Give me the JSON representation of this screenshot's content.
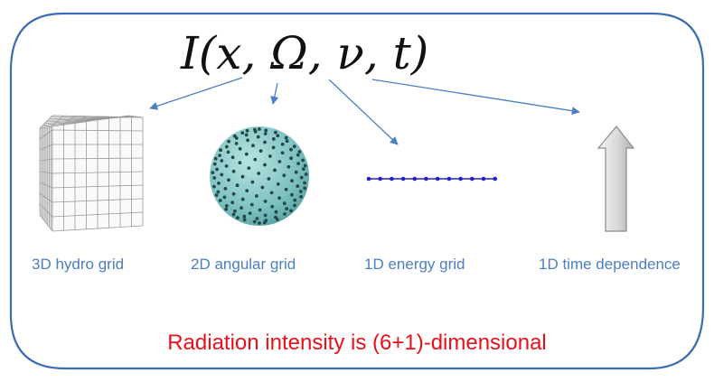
{
  "formula": "I(x, Ω, ν, t)",
  "grids": [
    {
      "id": "hydro",
      "label": "3D hydro grid"
    },
    {
      "id": "angular",
      "label": "2D angular grid"
    },
    {
      "id": "energy",
      "label": "1D energy grid"
    },
    {
      "id": "time",
      "label": "1D time dependence"
    }
  ],
  "conclusion": "Radiation intensity is  (6+1)-dimensional",
  "colors": {
    "frame": "#3b6db0",
    "arrow": "#4a7fc1",
    "label": "#4a7fc1",
    "conclusion": "#e8101a",
    "sphere": "#7fc4c4",
    "sphere_dots": "#244848",
    "energy_line": "#2323c8"
  },
  "icons": [
    "cube-mesh-icon",
    "sphere-points-icon",
    "energy-line-icon",
    "up-arrow-icon"
  ]
}
